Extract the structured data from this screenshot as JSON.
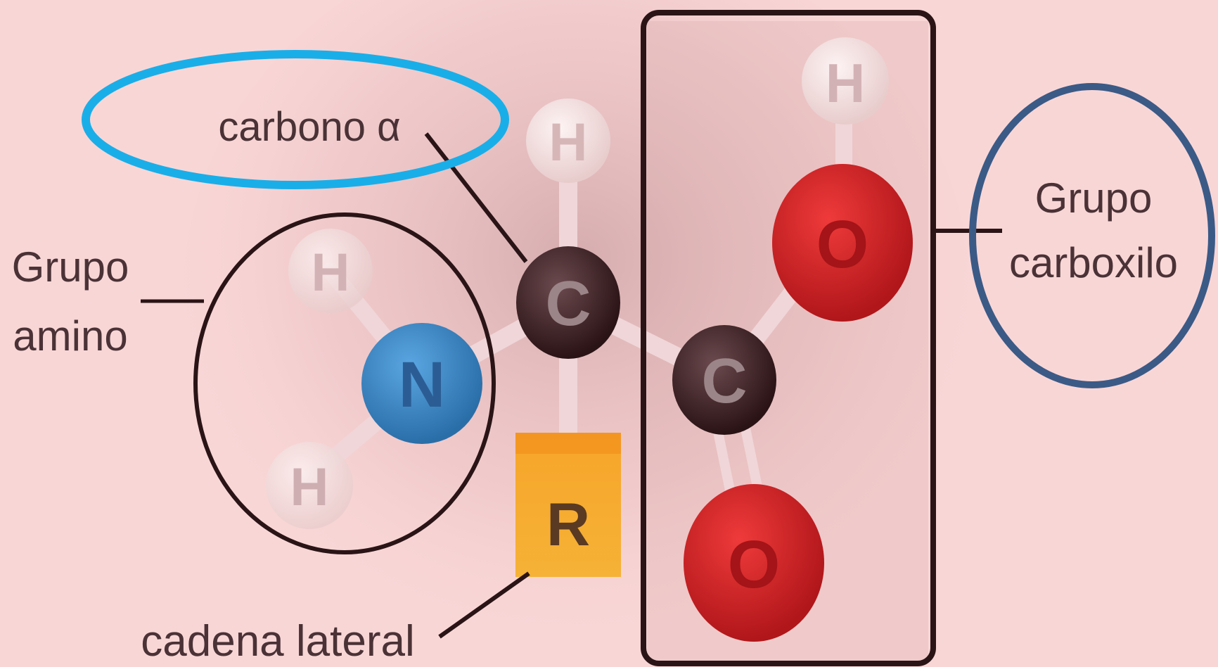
{
  "labels": {
    "alpha_carbon": "carbono α",
    "amino_line1": "Grupo",
    "amino_line2": "amino",
    "carboxyl_line1": "Grupo",
    "carboxyl_line2": "carboxilo",
    "side_chain": "cadena lateral"
  },
  "atoms": {
    "h_top": "H",
    "c_alpha": "C",
    "n": "N",
    "h_amino_1": "H",
    "h_amino_2": "H",
    "r": "R",
    "c_carboxyl": "C",
    "o_hydroxyl": "O",
    "h_hydroxyl": "H",
    "o_double": "O"
  },
  "colors": {
    "background": "#f9d6d6",
    "carbon": "#3a1f22",
    "oxygen": "#d81e22",
    "nitrogen": "#3b86c6",
    "hydrogen": "#f6e6e6",
    "side_chain": "#f6a623",
    "highlight_alpha": "#1aaee8",
    "highlight_carboxyl": "#3b5a86",
    "outline": "#2a1416"
  }
}
